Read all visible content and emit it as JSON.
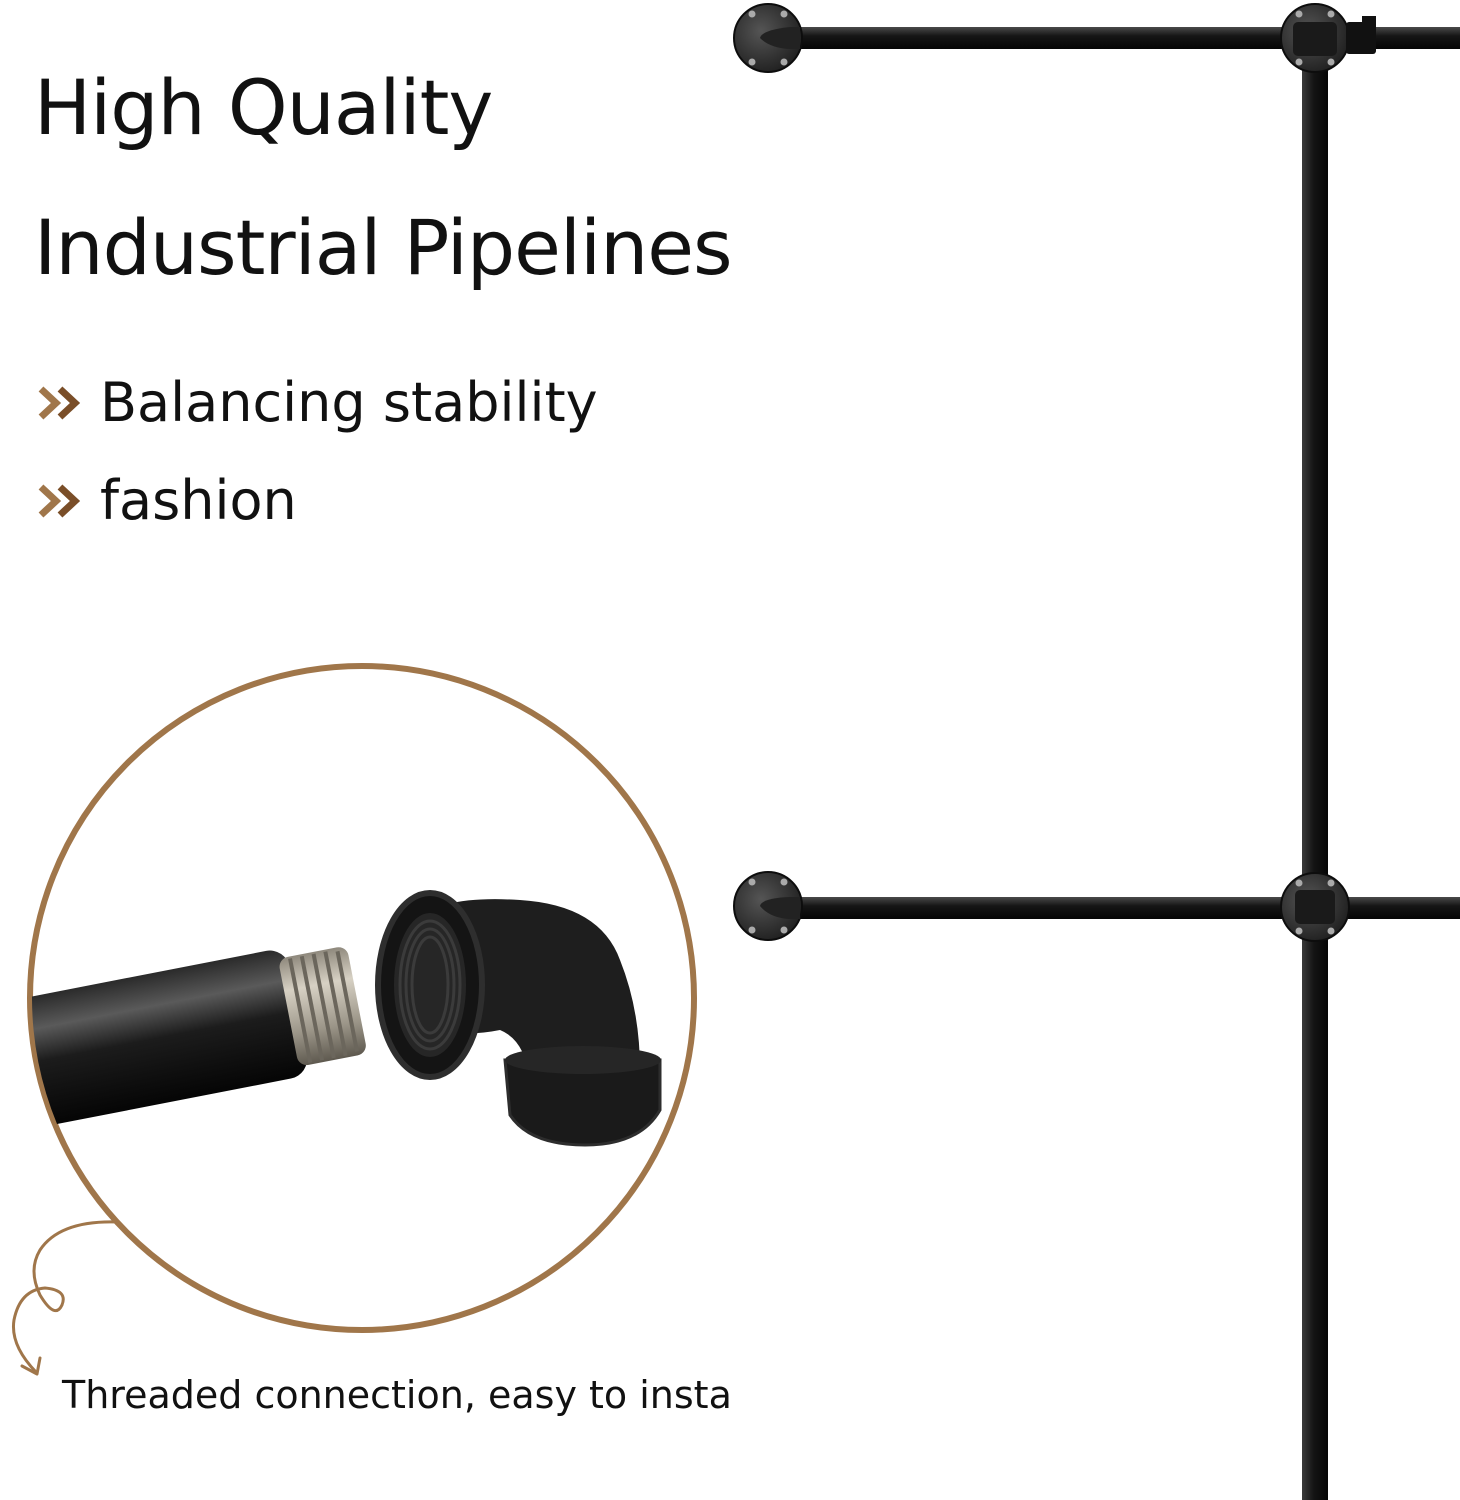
{
  "headline": {
    "line1": "High Quality",
    "line2": "Industrial Pipelines"
  },
  "features": [
    {
      "label": "Balancing stability",
      "icon": "double-chevron-right-icon"
    },
    {
      "label": "fashion",
      "icon": "double-chevron-right-icon"
    }
  ],
  "caption": "Threaded connection, easy to insta",
  "colors": {
    "accent": "#A0764A",
    "pipe": "#1A1A1A",
    "thread": "#B9B3A6",
    "text": "#111111"
  }
}
